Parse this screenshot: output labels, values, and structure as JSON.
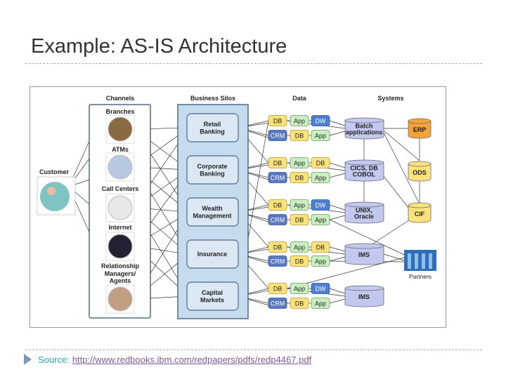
{
  "slide": {
    "title": "Example: AS-IS Architecture",
    "footer": {
      "label": "Source:",
      "link": "http://www.redbooks.ibm.com/redpapers/pdfs/redp4467.pdf"
    }
  },
  "diagram": {
    "headers": {
      "channels": "Channels",
      "silos": "Business Silos",
      "data": "Data",
      "systems": "Systems"
    },
    "customer": "Customer",
    "channels": [
      {
        "label": [
          "Branches"
        ],
        "photo": "branch-photo"
      },
      {
        "label": [
          "ATMs"
        ],
        "photo": "atm-photo"
      },
      {
        "label": [
          "Call Centers"
        ],
        "photo": "call-center-photo"
      },
      {
        "label": [
          "Internet"
        ],
        "photo": "internet-photo"
      },
      {
        "label": [
          "Relationship",
          "Managers/",
          "Agents"
        ],
        "photo": "agent-photo"
      }
    ],
    "silos": [
      [
        "Retail",
        "Banking"
      ],
      [
        "Corporate",
        "Banking"
      ],
      [
        "Wealth",
        "Management"
      ],
      [
        "Insurance"
      ],
      [
        "Capital",
        "Markets"
      ]
    ],
    "data_groups": [
      {
        "top": [
          "DB",
          "App",
          "DW"
        ],
        "bottom": [
          "CRM",
          "DB",
          "App"
        ]
      },
      {
        "top": [
          "DB",
          "App",
          "DB"
        ],
        "bottom": [
          "CRM",
          "DB",
          "App"
        ]
      },
      {
        "top": [
          "DB",
          "App",
          "DW"
        ],
        "bottom": [
          "CRM",
          "DB",
          "App"
        ]
      },
      {
        "top": [
          "DB",
          "App",
          "DB"
        ],
        "bottom": [
          "CRM",
          "DB",
          "App"
        ]
      },
      {
        "top": [
          "DB",
          "App",
          "DW"
        ],
        "bottom": [
          "CRM",
          "DB",
          "App"
        ]
      }
    ],
    "systems": [
      [
        "Batch",
        "applications"
      ],
      [
        "CICS, DB",
        "COBOL"
      ],
      [
        "UNIX,",
        "Oracle"
      ],
      [
        "IMS"
      ],
      [
        "IMS"
      ]
    ],
    "shared_systems": [
      [
        "ERP"
      ],
      [
        "ODS"
      ],
      [
        "CIF"
      ]
    ],
    "partners": "Partners",
    "colors": {
      "DB": "#fbe27a",
      "App": "#c9efc0",
      "DW": "#4d7fd0",
      "CRM": "#5a78c0",
      "system": "#c3c9ee",
      "ERP": "#f2a43a",
      "ODS": "#fbe27a",
      "CIF": "#fbe27a",
      "silo_panel": "#c6dcee"
    }
  }
}
